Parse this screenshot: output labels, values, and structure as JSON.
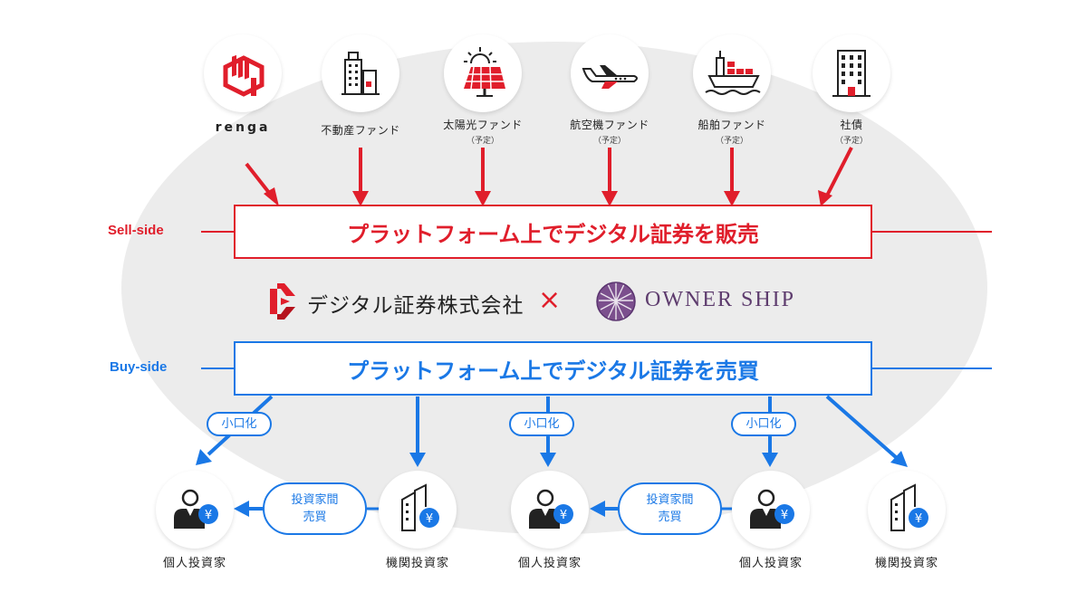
{
  "sources": [
    {
      "label": "renga",
      "sub": ""
    },
    {
      "label": "不動産ファンド",
      "sub": ""
    },
    {
      "label": "太陽光ファンド",
      "sub": "（予定）"
    },
    {
      "label": "航空機ファンド",
      "sub": "（予定）"
    },
    {
      "label": "船舶ファンド",
      "sub": "（予定）"
    },
    {
      "label": "社債",
      "sub": "（予定）"
    }
  ],
  "sell": {
    "side_label": "Sell-side",
    "box_text": "プラットフォーム上でデジタル証券を販売"
  },
  "middle": {
    "company": "デジタル証券株式会社",
    "cross": "×",
    "partner": "OWNER SHIP"
  },
  "buy": {
    "side_label": "Buy-side",
    "box_text": "プラットフォーム上でデジタル証券を売買"
  },
  "pills": {
    "small": "小口化",
    "trade_line1": "投資家間",
    "trade_line2": "売買"
  },
  "investors": [
    {
      "label": "個人投資家"
    },
    {
      "label": "機関投資家"
    },
    {
      "label": "個人投資家"
    },
    {
      "label": "個人投資家"
    },
    {
      "label": "機関投資家"
    }
  ],
  "colors": {
    "red": "#e01e2b",
    "blue": "#1a78e6",
    "ellipse": "#ececec"
  }
}
